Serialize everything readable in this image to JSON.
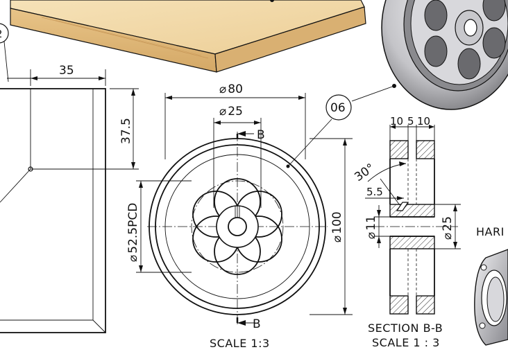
{
  "balloons": {
    "wheel": "06",
    "left_partial": "2"
  },
  "dimensions": {
    "left_width": "35",
    "left_height": "37.5",
    "outer_diameter": "80",
    "hub_diameter": "25",
    "pcd": "52.5PCD",
    "diameter_100": "100",
    "section_widths": [
      "10",
      "5",
      "10"
    ],
    "chamfer_angle": "30°",
    "offset": "5.5",
    "bore": "11",
    "hub_dia_section": "25",
    "diameter_symbol": "⌀"
  },
  "section_markers": {
    "top": "B",
    "bottom": "B"
  },
  "captions": {
    "front_view_scale": "SCALE 1:3",
    "section_title": "SECTION B-B",
    "section_scale": "SCALE 1 : 3",
    "right_label": "HARI"
  },
  "colors": {
    "wood_top": "#f2d9a8",
    "wood_side": "#e0b878",
    "wheel_light": "#e8e8ea",
    "wheel_mid": "#a8a8ac",
    "wheel_dark": "#5a5a5e",
    "line": "#111111"
  }
}
